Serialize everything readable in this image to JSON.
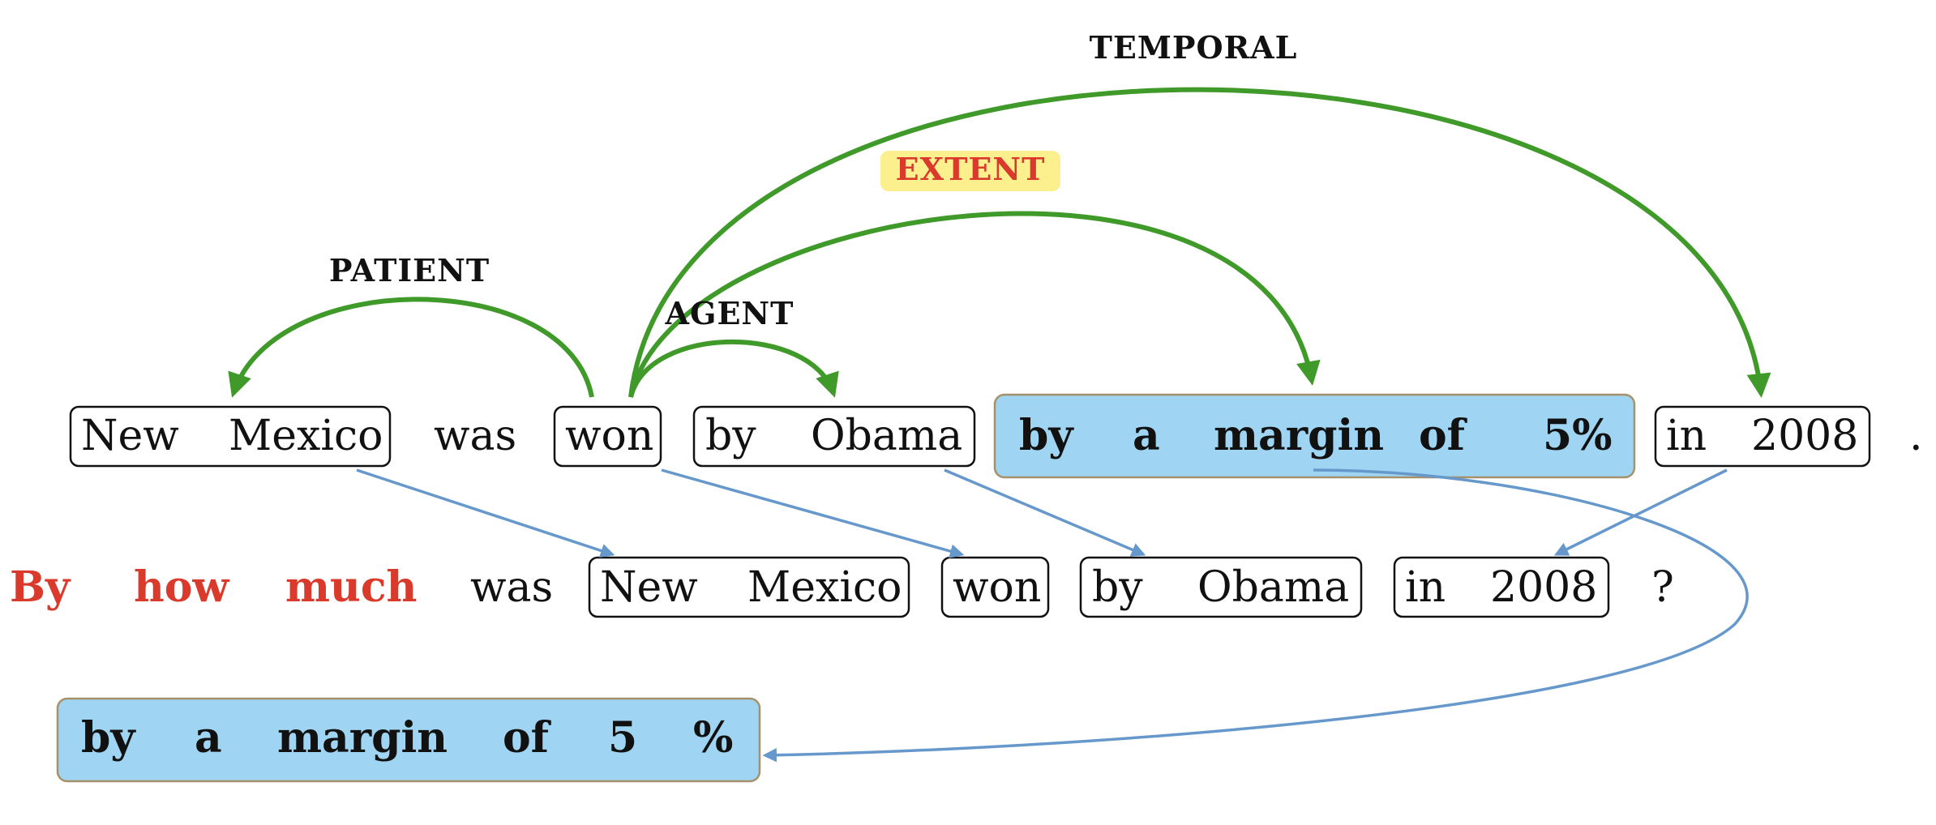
{
  "sentence": {
    "new_mexico": [
      "New",
      "Mexico"
    ],
    "was": "was",
    "won": "won",
    "by_obama": [
      "by",
      "Obama"
    ],
    "margin": [
      "by",
      "a",
      "margin",
      "of",
      "5%"
    ],
    "in_2008": [
      "in",
      "2008"
    ],
    "period": "."
  },
  "question": {
    "by_how_much": [
      "By",
      "how",
      "much"
    ],
    "was": "was",
    "new_mexico": [
      "New",
      "Mexico"
    ],
    "won": "won",
    "by_obama": [
      "by",
      "Obama"
    ],
    "in_2008": [
      "in",
      "2008"
    ],
    "qmark": "?"
  },
  "answer": [
    "by",
    "a",
    "margin",
    "of",
    "5",
    "%"
  ],
  "relations": {
    "patient": "PATIENT",
    "agent": "AGENT",
    "extent": "EXTENT",
    "temporal": "TEMPORAL"
  },
  "colors": {
    "green": "#3f9a2a",
    "blue_link": "#6698cc",
    "highlight_box": "#9fd5f2",
    "highlight_label": "#fbef8e",
    "question_word": "#d93a2b"
  }
}
